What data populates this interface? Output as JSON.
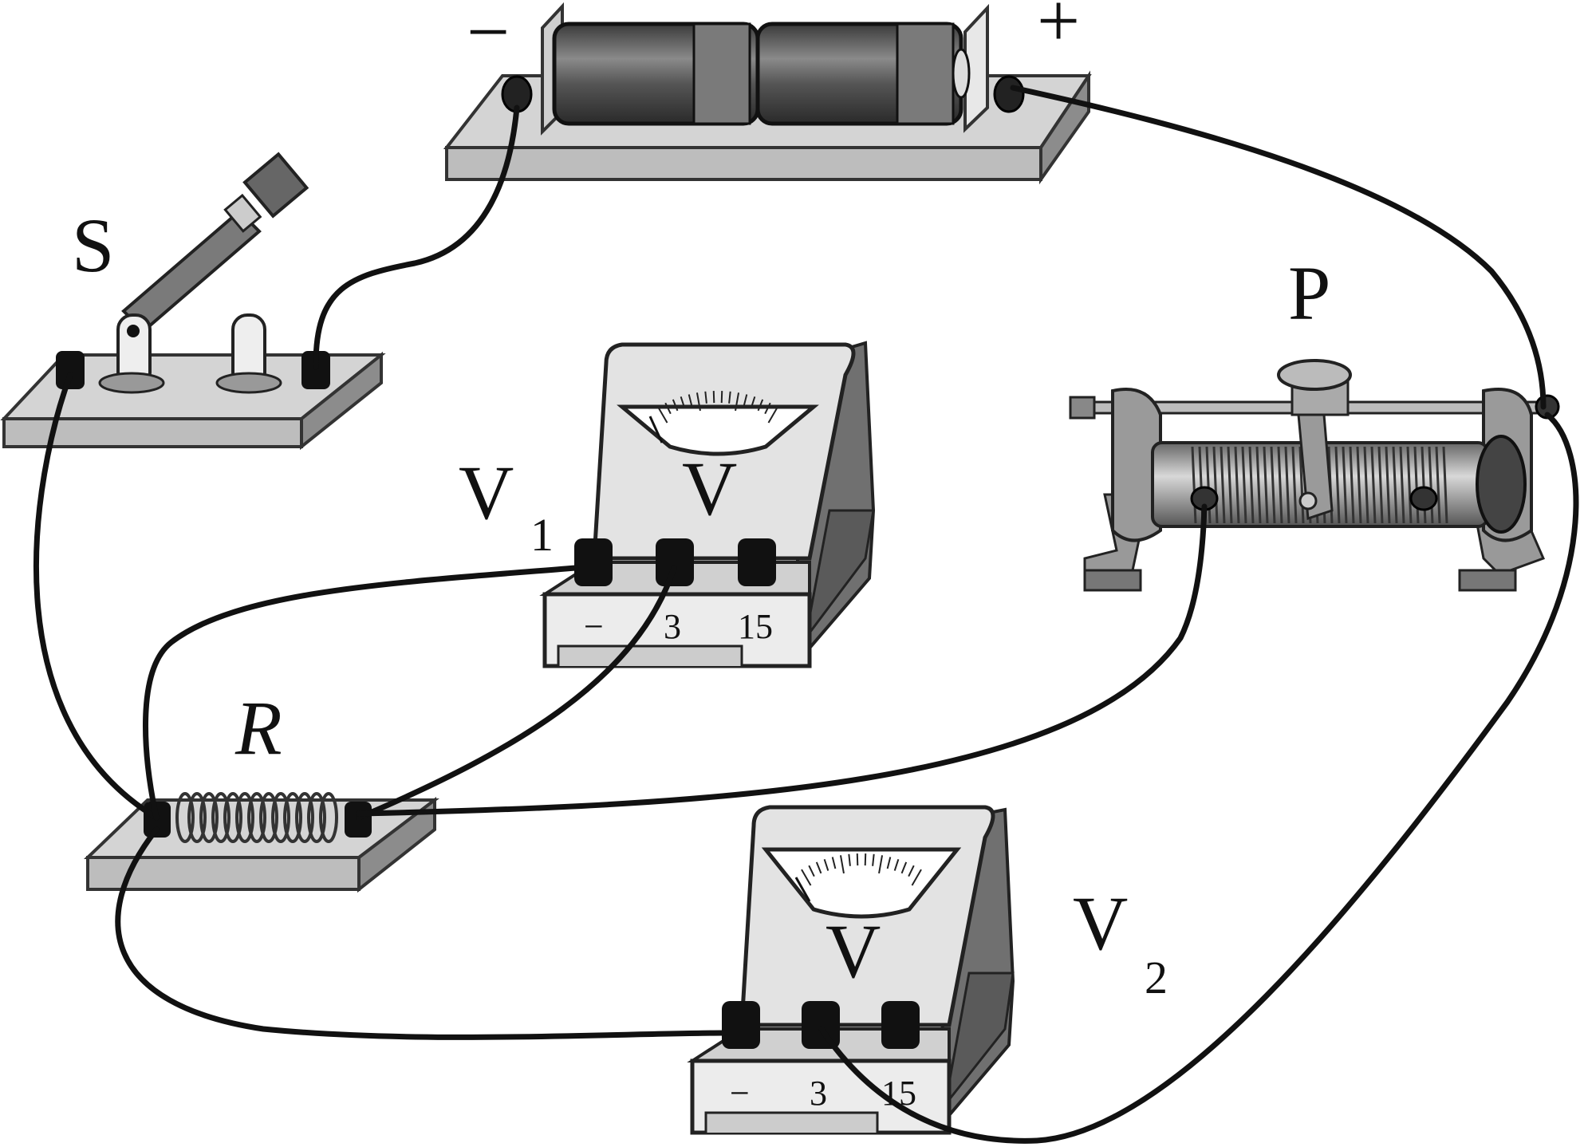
{
  "battery": {
    "minus": "−",
    "plus": "+"
  },
  "switch": {
    "label": "S"
  },
  "rheostat": {
    "label": "P"
  },
  "resistor": {
    "label": "R"
  },
  "voltmeter1": {
    "name": "V",
    "sub": "1",
    "face": "V",
    "terminals": [
      "−",
      "3",
      "15"
    ]
  },
  "voltmeter2": {
    "name": "V",
    "sub": "2",
    "face": "V",
    "terminals": [
      "−",
      "3",
      "15"
    ]
  }
}
